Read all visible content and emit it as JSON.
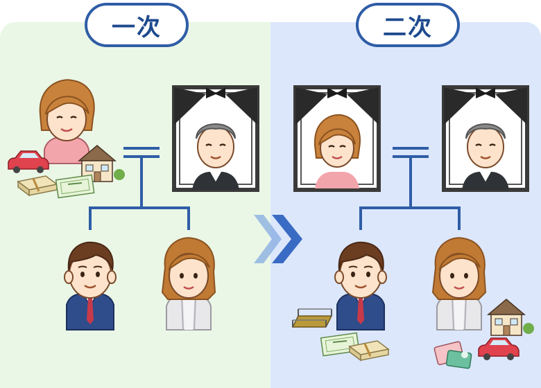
{
  "titles": {
    "left": "一次",
    "right": "二次"
  },
  "colors": {
    "left_bg": "#eaf7e6",
    "right_bg": "#dce7fb",
    "accent": "#2f5da6",
    "connector": "#2f5da6",
    "arrow": "#3a6bc4"
  },
  "icons": [
    "mother-figure",
    "father-memorial-portrait",
    "mother-memorial-portrait",
    "son-figure",
    "daughter-figure",
    "car-icon",
    "house-icon",
    "cash-bundle-icon",
    "securities-certificate-icon",
    "land-plot-icon",
    "bankbook-icon",
    "transition-arrow-icon"
  ]
}
